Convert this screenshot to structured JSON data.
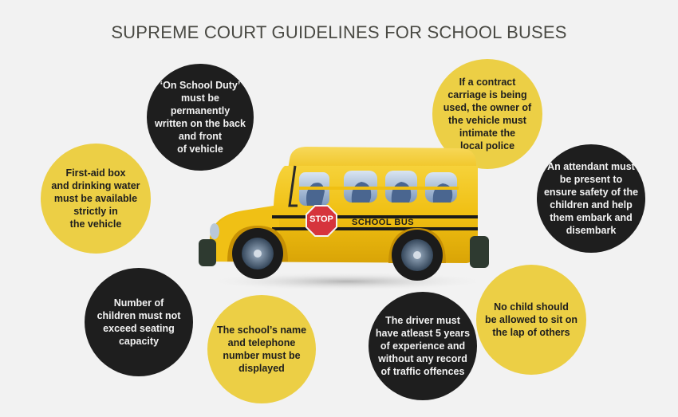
{
  "title": "SUPREME COURT GUIDELINES FOR SCHOOL BUSES",
  "colors": {
    "background": "#f2f2f2",
    "dark_circle": "#1e1e1e",
    "yellow_circle": "#eccf45",
    "bus_yellow": "#f2c21a",
    "stop_red": "#d6343c"
  },
  "bus": {
    "side_label": "SCHOOL BUS",
    "stop_sign": "STOP"
  },
  "guidelines": [
    {
      "id": "on-school-duty",
      "style": "dark",
      "text": "‘On School Duty’\nmust be\npermanently\nwritten on the back\nand front\nof vehicle"
    },
    {
      "id": "contract-carriage",
      "style": "yellow",
      "text": "If a contract\ncarriage is being\nused, the owner of\nthe vehicle must\nintimate the\nlocal police"
    },
    {
      "id": "first-aid",
      "style": "yellow",
      "text": "First-aid box\nand drinking water\nmust be available\nstrictly  in\nthe vehicle"
    },
    {
      "id": "attendant",
      "style": "dark",
      "text": "An attendant must\nbe present to\nensure safety of the\nchildren and help\nthem embark and\ndisembark"
    },
    {
      "id": "seating-capacity",
      "style": "dark",
      "text": "Number of\nchildren must not\nexceed seating\ncapacity"
    },
    {
      "id": "school-name",
      "style": "yellow",
      "text": "The school’s name\nand telephone\nnumber must be\ndisplayed"
    },
    {
      "id": "driver-experience",
      "style": "dark",
      "text": "The driver must\nhave atleast 5 years\nof experience and\nwithout any record\nof traffic offences"
    },
    {
      "id": "no-lap",
      "style": "yellow",
      "text": "No child should\nbe allowed to sit on\nthe lap of others"
    }
  ]
}
